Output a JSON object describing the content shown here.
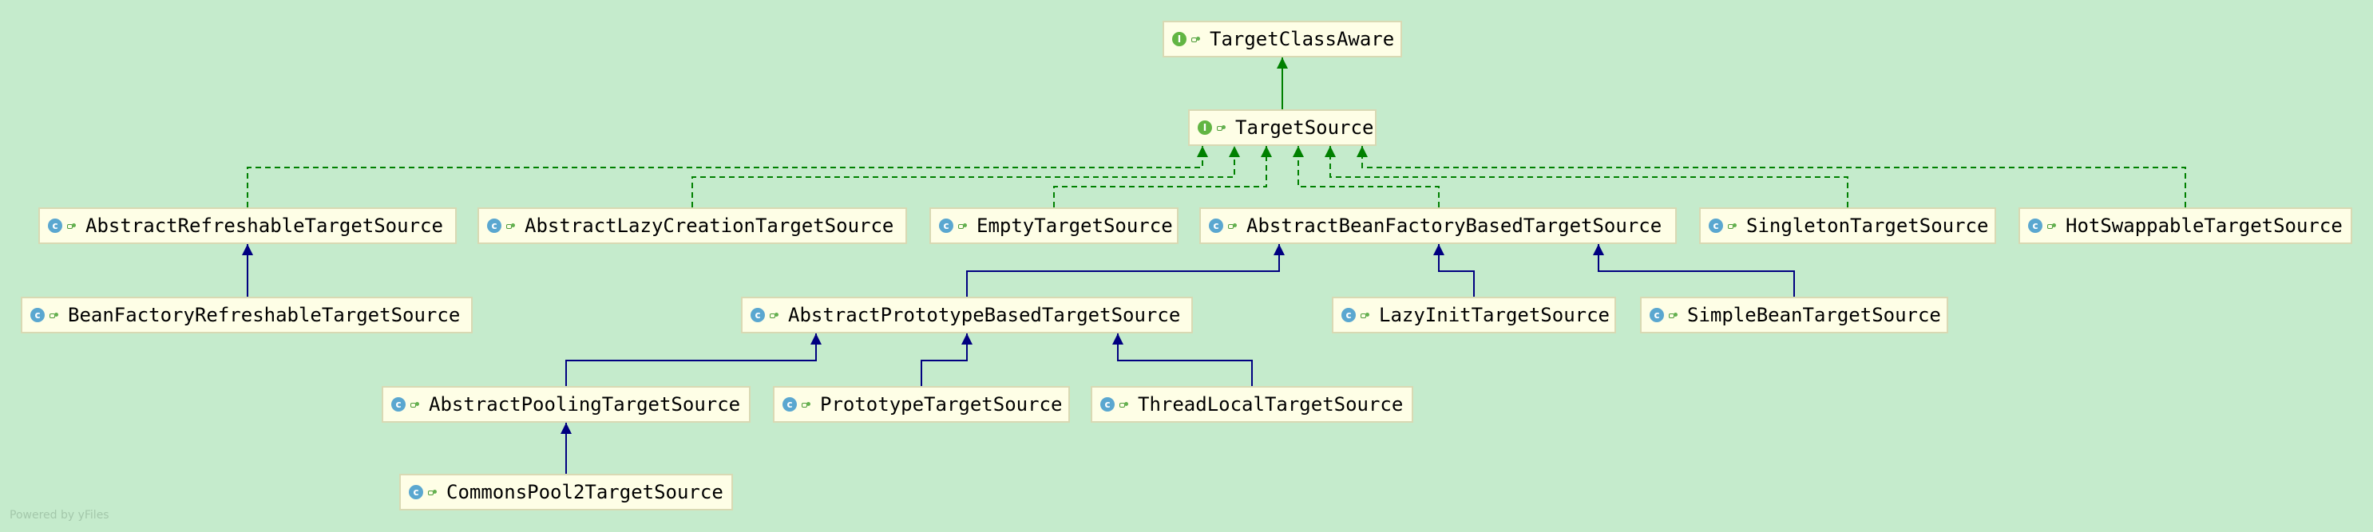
{
  "nodes": [
    {
      "id": "n1",
      "name": "TargetClassAware",
      "kind": "interface"
    },
    {
      "id": "n2",
      "name": "TargetSource",
      "kind": "interface"
    },
    {
      "id": "n3",
      "name": "AbstractRefreshableTargetSource",
      "kind": "class"
    },
    {
      "id": "n4",
      "name": "AbstractLazyCreationTargetSource",
      "kind": "class"
    },
    {
      "id": "n5",
      "name": "EmptyTargetSource",
      "kind": "class"
    },
    {
      "id": "n6",
      "name": "AbstractBeanFactoryBasedTargetSource",
      "kind": "class"
    },
    {
      "id": "n7",
      "name": "SingletonTargetSource",
      "kind": "class"
    },
    {
      "id": "n8",
      "name": "HotSwappableTargetSource",
      "kind": "class"
    },
    {
      "id": "n9",
      "name": "BeanFactoryRefreshableTargetSource",
      "kind": "class"
    },
    {
      "id": "n10",
      "name": "AbstractPrototypeBasedTargetSource",
      "kind": "class"
    },
    {
      "id": "n11",
      "name": "LazyInitTargetSource",
      "kind": "class"
    },
    {
      "id": "n12",
      "name": "SimpleBeanTargetSource",
      "kind": "class"
    },
    {
      "id": "n13",
      "name": "AbstractPoolingTargetSource",
      "kind": "class"
    },
    {
      "id": "n14",
      "name": "PrototypeTargetSource",
      "kind": "class"
    },
    {
      "id": "n15",
      "name": "ThreadLocalTargetSource",
      "kind": "class"
    },
    {
      "id": "n16",
      "name": "CommonsPool2TargetSource",
      "kind": "class"
    }
  ],
  "edges": [
    {
      "from": "n2",
      "to": "n1",
      "type": "extends"
    },
    {
      "from": "n3",
      "to": "n2",
      "type": "implements"
    },
    {
      "from": "n4",
      "to": "n2",
      "type": "implements"
    },
    {
      "from": "n5",
      "to": "n2",
      "type": "implements"
    },
    {
      "from": "n6",
      "to": "n2",
      "type": "implements"
    },
    {
      "from": "n7",
      "to": "n2",
      "type": "implements"
    },
    {
      "from": "n8",
      "to": "n2",
      "type": "implements"
    },
    {
      "from": "n9",
      "to": "n3",
      "type": "extends"
    },
    {
      "from": "n10",
      "to": "n6",
      "type": "extends"
    },
    {
      "from": "n11",
      "to": "n6",
      "type": "extends"
    },
    {
      "from": "n12",
      "to": "n6",
      "type": "extends"
    },
    {
      "from": "n13",
      "to": "n10",
      "type": "extends"
    },
    {
      "from": "n14",
      "to": "n10",
      "type": "extends"
    },
    {
      "from": "n15",
      "to": "n10",
      "type": "extends"
    },
    {
      "from": "n16",
      "to": "n13",
      "type": "extends"
    }
  ],
  "icons": {
    "class": "class-icon",
    "interface": "interface-icon"
  },
  "badge_letters": {
    "class": "c",
    "interface": "I"
  },
  "colors": {
    "background": "#c5ebcc",
    "node_fill": "#fefee6",
    "node_border": "#d9d9b3",
    "interface_edge": "#008000",
    "class_edge": "#000080"
  },
  "watermark": "Powered by yFiles"
}
